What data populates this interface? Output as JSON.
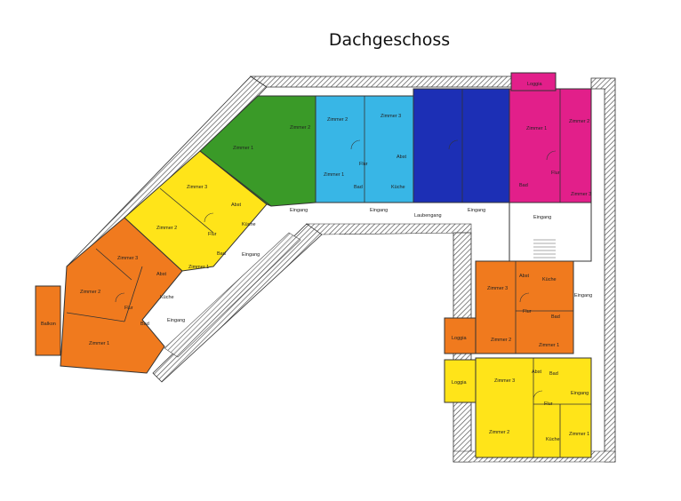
{
  "title": "Dachgeschoss",
  "colors": {
    "orange": "#f07a1e",
    "yellow": "#ffe419",
    "green": "#3a9a28",
    "cyan": "#38b6e6",
    "blue": "#1c2fb5",
    "magenta": "#e21f8a",
    "roof": "#d9d9d9"
  },
  "labels": {
    "balkon": "Balkon",
    "zimmer1": "Zimmer 1",
    "zimmer2": "Zimmer 2",
    "zimmer3": "Zimmer 3",
    "flur": "Flur",
    "bad": "Bad",
    "kueche": "Küche",
    "abst": "Abst",
    "eingang": "Eingang",
    "laubengang": "Laubengang",
    "loggia": "Loggia"
  }
}
